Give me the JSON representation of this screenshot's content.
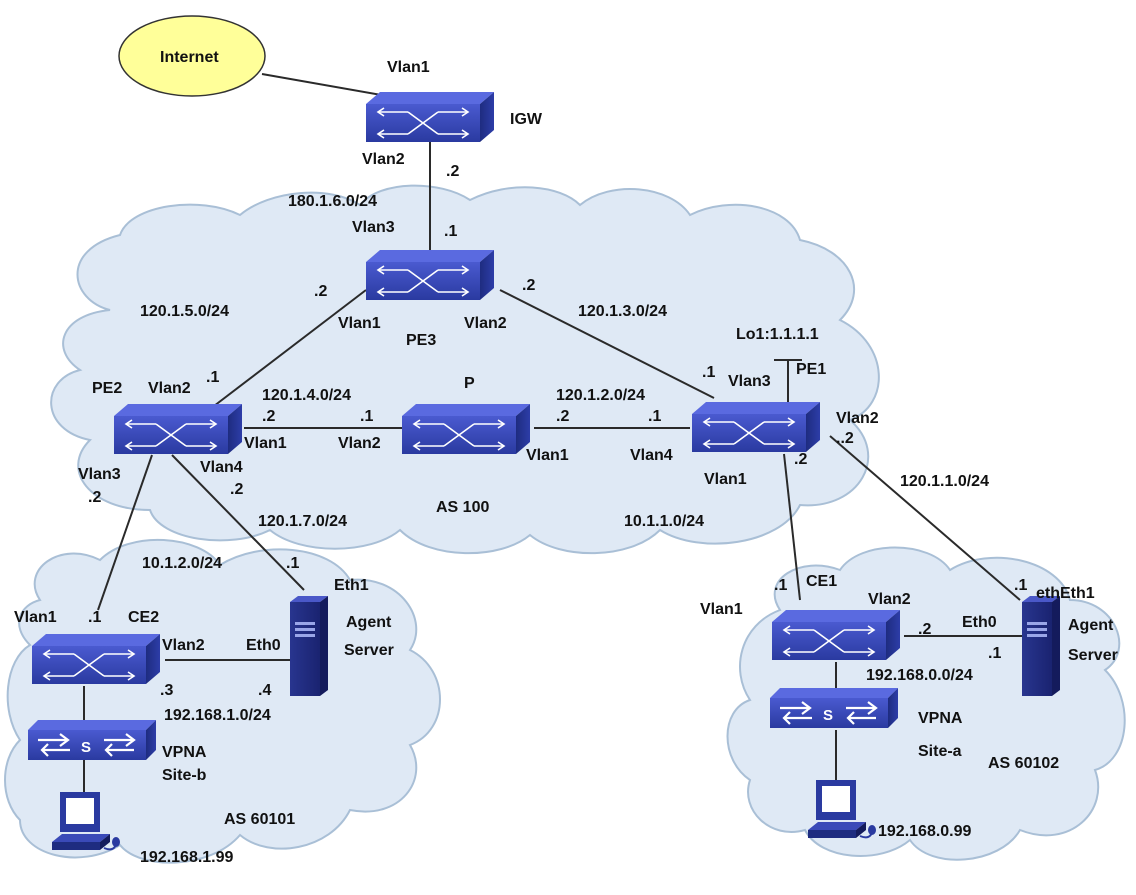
{
  "colors": {
    "switch_blue": "#2a3aa0",
    "cloud_fill": "#dfe9f5",
    "internet_fill": "#ffff99"
  },
  "internet": {
    "label": "Internet"
  },
  "nodes": {
    "igw": {
      "label": "IGW",
      "icon": "switch-icon"
    },
    "pe3": {
      "label": "PE3",
      "icon": "switch-icon"
    },
    "pe2": {
      "label": "PE2",
      "icon": "switch-icon"
    },
    "p": {
      "label": "P",
      "icon": "switch-icon"
    },
    "pe1": {
      "label": "PE1",
      "icon": "switch-icon"
    },
    "ce2": {
      "label": "CE2",
      "icon": "switch-icon"
    },
    "ce1": {
      "label": "CE1",
      "icon": "switch-icon"
    },
    "server_left": {
      "label_1": "Agent",
      "label_2": "Server",
      "icon": "server-icon"
    },
    "server_right": {
      "label_1": "Agent",
      "label_2": "Server",
      "icon": "server-icon"
    },
    "vpn_left": {
      "label_1": "VPNA",
      "label_2": "Site-b",
      "icon": "vpn-switch-icon"
    },
    "vpn_right": {
      "label_1": "VPNA",
      "label_2": "Site-a",
      "icon": "vpn-switch-icon"
    },
    "pc_left": {
      "label": "192.168.1.99",
      "icon": "pc-icon"
    },
    "pc_right": {
      "label": "192.168.0.99",
      "icon": "pc-icon"
    }
  },
  "labels": {
    "vlan1_igw": "Vlan1",
    "vlan2_igw": "Vlan2",
    "dot2_igw": ".2",
    "net_180": "180.1.6.0/24",
    "vlan3_pe3": "Vlan3",
    "dot1_pe3_top": ".1",
    "dot2_pe3_left": ".2",
    "net_120_1_5": "120.1.5.0/24",
    "dot2_pe3_right": ".2",
    "net_120_1_3": "120.1.3.0/24",
    "vlan1_pe3": "Vlan1",
    "vlan2_pe3": "Vlan2",
    "lo1": "Lo1:1.1.1.1",
    "vlan2_pe2": "Vlan2",
    "dot1_pe2": ".1",
    "net_120_1_4": "120.1.4.0/24",
    "dot2_pe2_p": ".2",
    "dot1_p_pe2": ".1",
    "dot1_pe1_vlan3": ".1",
    "vlan3_pe1": "Vlan3",
    "net_120_1_2": "120.1.2.0/24",
    "dot2_p_pe1": ".2",
    "dot1_pe1_p": ".1",
    "vlan2_pe1": "Vlan2",
    "dot2_pe1_vlan2": "..2",
    "vlan1_pe2": "Vlan1",
    "vlan2_p": "Vlan2",
    "vlan1_p": "Vlan1",
    "vlan4_pe1": "Vlan4",
    "vlan3_pe2": "Vlan3",
    "dot2_pe2_vlan3": ".2",
    "vlan4_pe2": "Vlan4",
    "dot2_pe2_vlan4": ".2",
    "vlan1_pe1": "Vlan1",
    "dot2_pe1_vlan1": ".2",
    "net_120_1_1": "120.1.1.0/24",
    "net_120_1_7": "120.1.7.0/24",
    "as100": "AS 100",
    "net_10_1_1": "10.1.1.0/24",
    "net_10_1_2": "10.1.2.0/24",
    "dot1_eth1_left": ".1",
    "eth1_left": "Eth1",
    "vlan1_ce2": "Vlan1",
    "dot1_ce2": ".1",
    "vlan2_ce2": "Vlan2",
    "eth0_left": "Eth0",
    "dot3_ce2": ".3",
    "dot4_server": ".4",
    "net_192_168_1": "192.168.1.0/24",
    "as60101": "AS 60101",
    "vlan1_ce1": "Vlan1",
    "dot1_ce1": ".1",
    "vlan2_ce1": "Vlan2",
    "dot1_eth1_right": ".1",
    "eth_eth1_right": "ethEth1",
    "dot2_ce1_eth0": ".2",
    "eth0_right": "Eth0",
    "dot1_eth0_right": ".1",
    "net_192_168_0": "192.168.0.0/24",
    "as60102": "AS 60102"
  }
}
